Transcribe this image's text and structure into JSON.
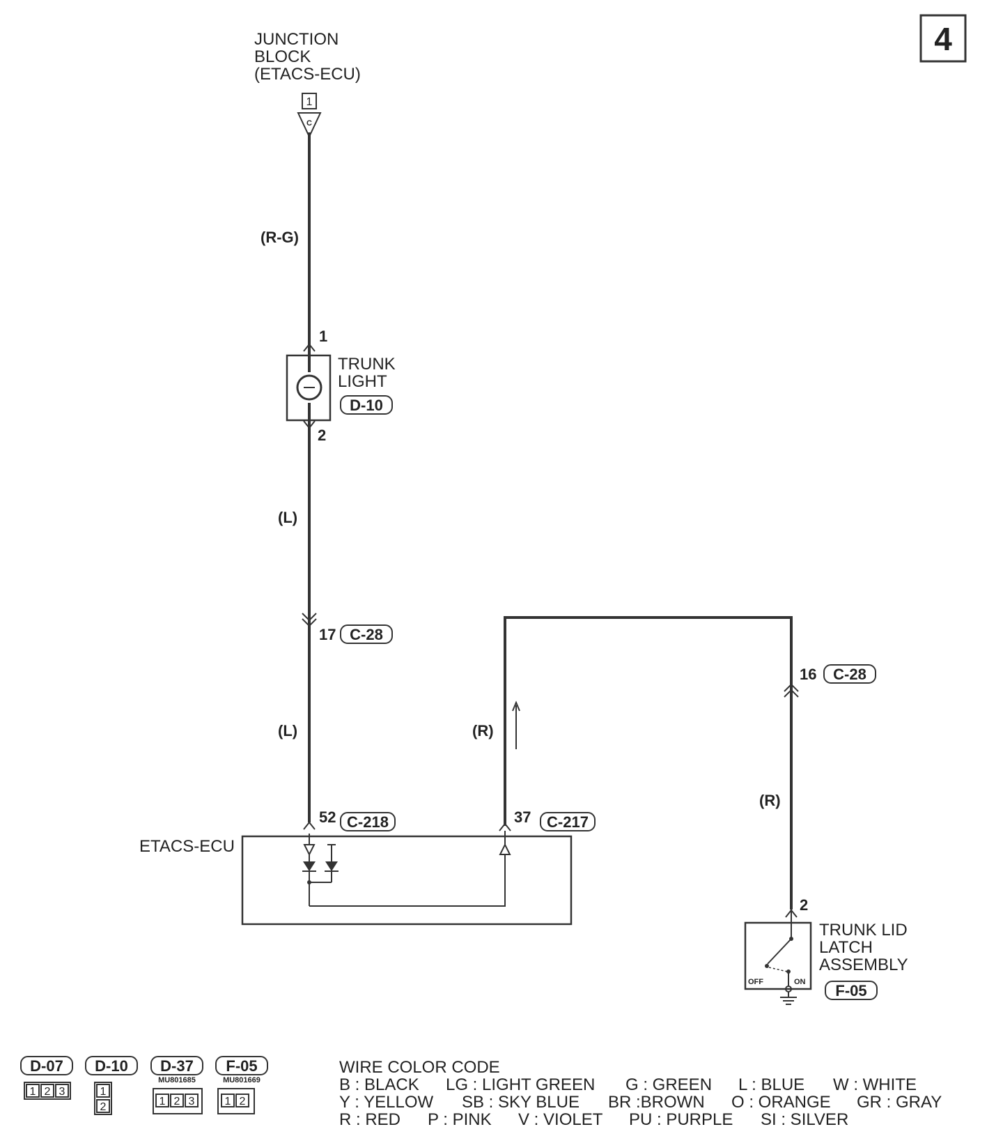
{
  "page_number": "4",
  "junction_block": {
    "title_line1": "JUNCTION",
    "title_line2": "BLOCK",
    "title_line3": "(ETACS-ECU)",
    "pin": "1",
    "connector_letter": "C"
  },
  "wires": {
    "rg": "(R-G)",
    "l_upper": "(L)",
    "l_lower": "(L)",
    "r_mid": "(R)",
    "r_right": "(R)"
  },
  "trunk_light": {
    "name_line1": "TRUNK",
    "name_line2": "LIGHT",
    "connector": "D-10",
    "pin_top": "1",
    "pin_bottom": "2"
  },
  "connectors": {
    "c28_pin17": "17",
    "c28_a": "C-28",
    "c28_pin16": "16",
    "c28_b": "C-28",
    "c218_pin": "52",
    "c218": "C-218",
    "c217_pin": "37",
    "c217": "C-217"
  },
  "ecu": {
    "label": "ETACS-ECU"
  },
  "latch": {
    "name_line1": "TRUNK LID",
    "name_line2": "LATCH",
    "name_line3": "ASSEMBLY",
    "connector": "F-05",
    "pin": "2",
    "off_label": "OFF",
    "on_label": "ON"
  },
  "connector_views": [
    {
      "tag": "D-07",
      "part": "",
      "pins": [
        "1",
        "2",
        "3"
      ]
    },
    {
      "tag": "D-10",
      "part": "",
      "pins": [
        "1",
        "2"
      ]
    },
    {
      "tag": "D-37",
      "part": "MU801685",
      "pins": [
        "1",
        "2",
        "3"
      ]
    },
    {
      "tag": "F-05",
      "part": "MU801669",
      "pins": [
        "1",
        "2"
      ]
    }
  ],
  "wire_color_code": {
    "title": "WIRE COLOR CODE",
    "rows": [
      [
        "B : BLACK",
        "LG : LIGHT GREEN",
        "G : GREEN",
        "L : BLUE",
        "W : WHITE"
      ],
      [
        "Y : YELLOW",
        "SB : SKY BLUE",
        "BR :BROWN",
        "O : ORANGE",
        "GR : GRAY"
      ],
      [
        "R : RED",
        "P : PINK",
        "V : VIOLET",
        "PU : PURPLE",
        "SI : SILVER"
      ]
    ]
  }
}
